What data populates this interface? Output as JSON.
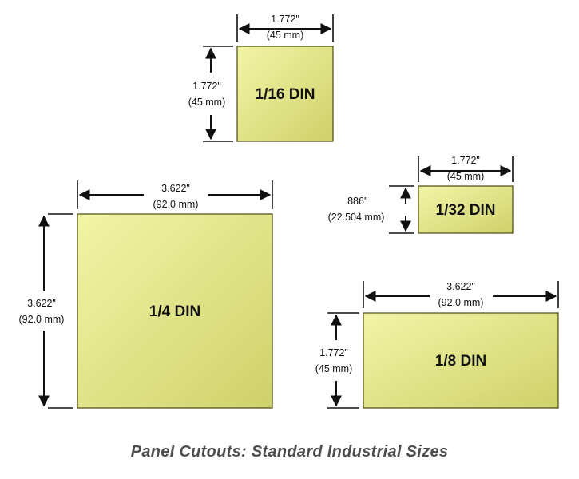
{
  "caption": "Panel Cutouts: Standard Industrial Sizes",
  "colors": {
    "panel_fill_light": "#eef09a",
    "panel_fill_dark": "#cfd16a",
    "caption": "#4d4d4d"
  },
  "panels": {
    "din_1_16": {
      "label": "1/16 DIN",
      "width_in": "1.772\"",
      "width_mm": "(45 mm)",
      "height_in": "1.772\"",
      "height_mm": "(45 mm)"
    },
    "din_1_4": {
      "label": "1/4 DIN",
      "width_in": "3.622\"",
      "width_mm": "(92.0 mm)",
      "height_in": "3.622\"",
      "height_mm": "(92.0 mm)"
    },
    "din_1_32": {
      "label": "1/32 DIN",
      "width_in": "1.772\"",
      "width_mm": "(45 mm)",
      "height_in": ".886\"",
      "height_mm": "(22.504 mm)"
    },
    "din_1_8": {
      "label": "1/8 DIN",
      "width_in": "3.622\"",
      "width_mm": "(92.0 mm)",
      "height_in": "1.772\"",
      "height_mm": "(45 mm)"
    }
  }
}
